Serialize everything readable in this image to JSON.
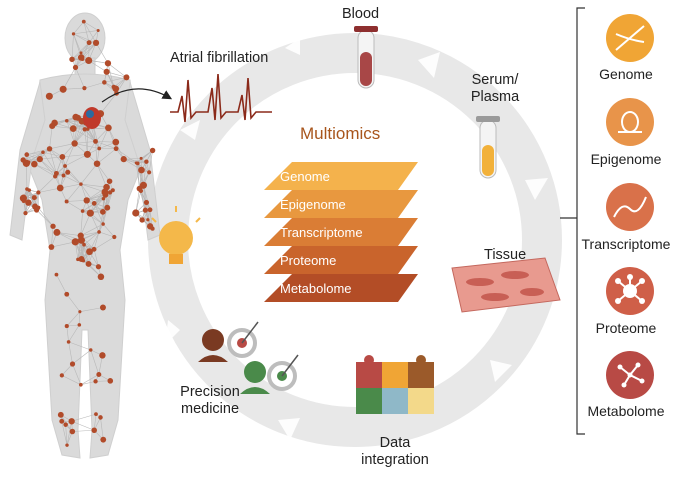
{
  "cycle": {
    "blood_label": "Blood",
    "serum_label_line1": "Serum/",
    "serum_label_line2": "Plasma",
    "tissue_label": "Tissue",
    "data_integration_line1": "Data",
    "data_integration_line2": "integration",
    "precision_medicine_line1": "Precision",
    "precision_medicine_line2": "medicine",
    "atrial_fibrillation_label": "Atrial fibrillation"
  },
  "center": {
    "title": "Multiomics",
    "layers": [
      {
        "label": "Genome",
        "color": "#f4b24c"
      },
      {
        "label": "Epigenome",
        "color": "#e8983f"
      },
      {
        "label": "Transcriptome",
        "color": "#da7d35"
      },
      {
        "label": "Proteome",
        "color": "#c9642c"
      },
      {
        "label": "Metabolome",
        "color": "#b34d26"
      }
    ]
  },
  "sidebar": {
    "items": [
      {
        "label": "Genome",
        "icon": "dna-icon",
        "color": "#f0a535"
      },
      {
        "label": "Epigenome",
        "icon": "chromatin-icon",
        "color": "#e8944a"
      },
      {
        "label": "Transcriptome",
        "icon": "rna-strand-icon",
        "color": "#d9714a"
      },
      {
        "label": "Proteome",
        "icon": "protein-network-icon",
        "color": "#cf5f48"
      },
      {
        "label": "Metabolome",
        "icon": "metabolite-network-icon",
        "color": "#b84a45"
      }
    ]
  },
  "colors": {
    "ring": "#e6e6e6",
    "arrow": "#d4d4d4",
    "body_fill": "#dcdcdc",
    "node": "#b14b2a",
    "ecg": "#8b2a1a",
    "blood": "#a84747",
    "serum": "#f2b13a"
  }
}
